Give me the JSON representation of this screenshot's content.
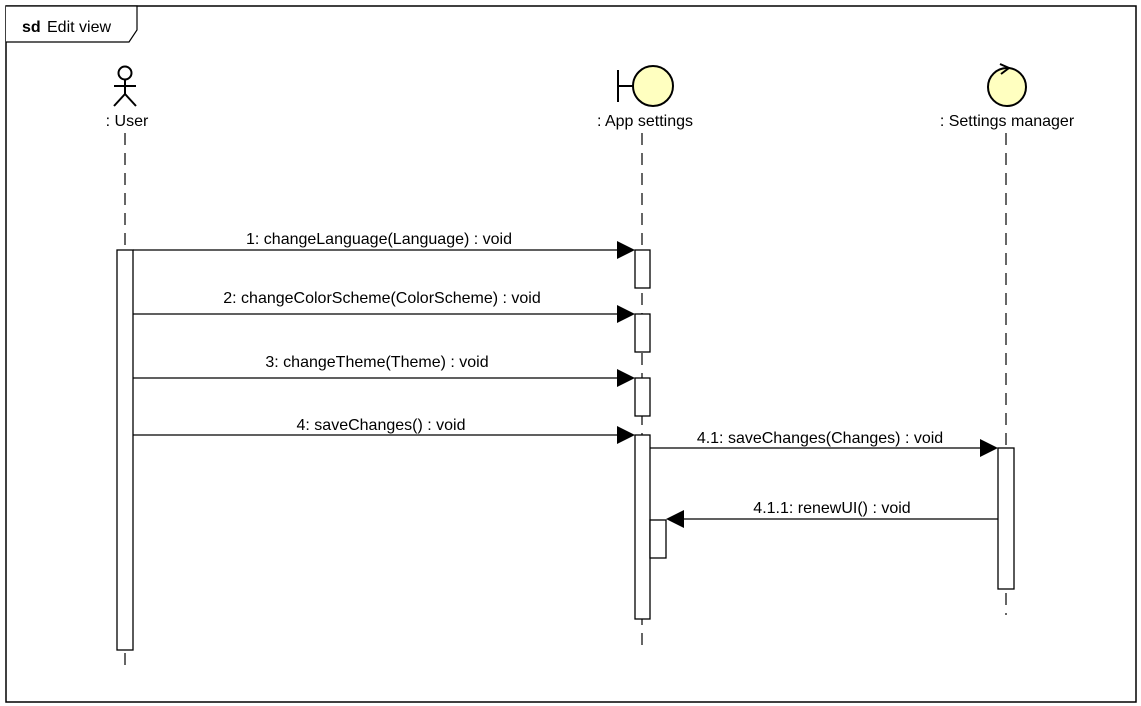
{
  "frame": {
    "keyword": "sd",
    "name": "Edit view"
  },
  "participants": [
    {
      "id": "user",
      "label": ": User",
      "kind": "actor"
    },
    {
      "id": "app",
      "label": ": App settings",
      "kind": "boundary",
      "fill": "#ffffc0"
    },
    {
      "id": "mgr",
      "label": ": Settings manager",
      "kind": "control",
      "fill": "#ffffc0"
    }
  ],
  "messages": [
    {
      "id": "m1",
      "label": "1: changeLanguage(Language) : void",
      "from": "user",
      "to": "app"
    },
    {
      "id": "m2",
      "label": "2: changeColorScheme(ColorScheme) : void",
      "from": "user",
      "to": "app"
    },
    {
      "id": "m3",
      "label": "3: changeTheme(Theme) : void",
      "from": "user",
      "to": "app"
    },
    {
      "id": "m4",
      "label": "4: saveChanges() : void",
      "from": "user",
      "to": "app"
    },
    {
      "id": "m41",
      "label": "4.1: saveChanges(Changes) : void",
      "from": "app",
      "to": "mgr"
    },
    {
      "id": "m411",
      "label": "4.1.1: renewUI() : void",
      "from": "mgr",
      "to": "app"
    }
  ]
}
